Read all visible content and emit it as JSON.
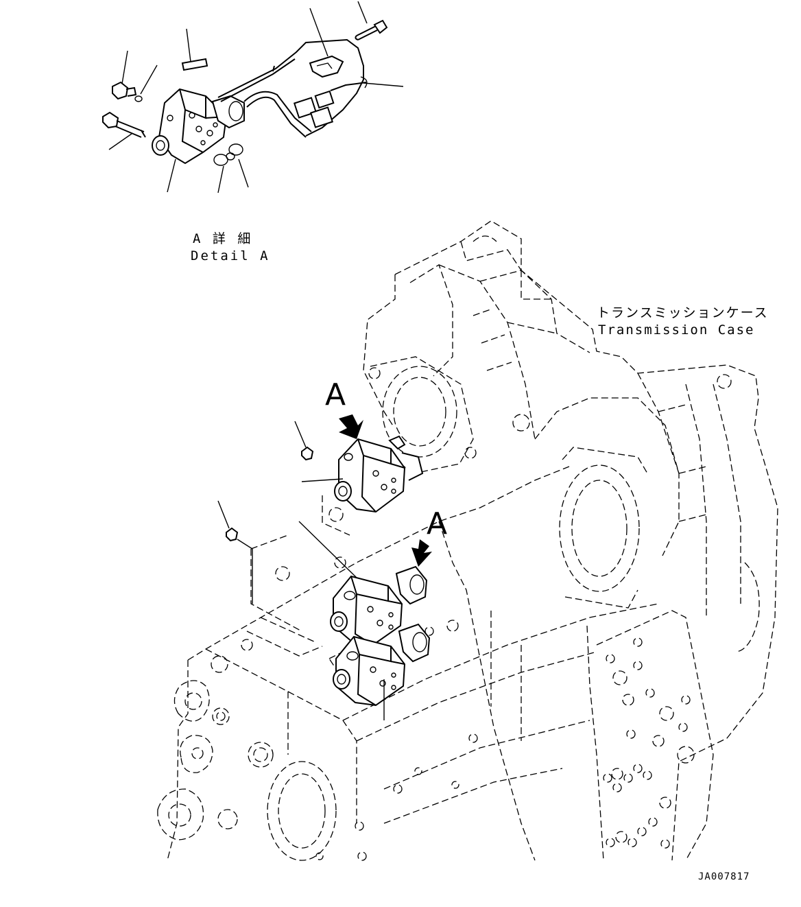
{
  "detail_label": {
    "jp": "A 詳 細",
    "en": "Detail A"
  },
  "case_label": {
    "jp": "トランスミッションケース",
    "en": "Transmission Case"
  },
  "view_markers": [
    "A",
    "A"
  ],
  "drawing_code": "JA007817"
}
